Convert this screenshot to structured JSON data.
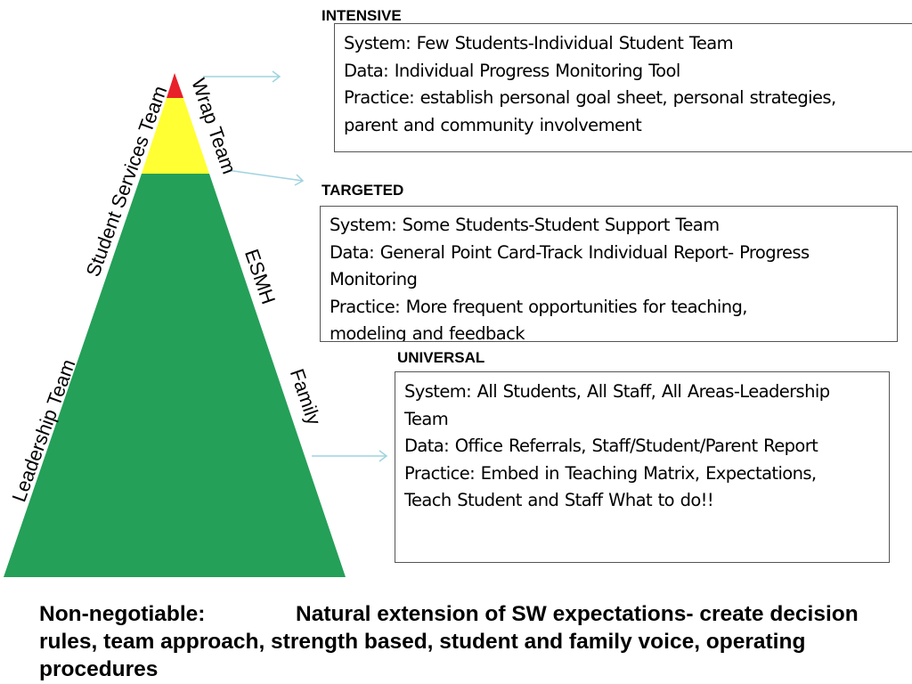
{
  "pyramid": {
    "colors": {
      "top": "#e8202a",
      "middle": "#ffff33",
      "base": "#24a058",
      "arrow": "#9fd3df"
    },
    "side_labels": {
      "student_services_team": "Student Services Team",
      "wrap_team": "Wrap Team",
      "esmh": "ESMH",
      "leadership_team": "Leadership Team",
      "family": "Family"
    }
  },
  "tiers": {
    "intensive": {
      "heading": "INTENSIVE",
      "lines": [
        "System:  Few Students-Individual Student Team",
        "Data: Individual Progress Monitoring Tool",
        "Practice:  establish personal goal sheet, personal strategies,",
        "parent and community involvement"
      ]
    },
    "targeted": {
      "heading": "TARGETED",
      "lines": [
        "System:  Some Students-Student Support Team",
        "Data: General Point Card-Track Individual Report- Progress",
        "Monitoring",
        "Practice:  More frequent opportunities for teaching,",
        "modeling and feedback"
      ]
    },
    "universal": {
      "heading": "UNIVERSAL",
      "lines": [
        "System: All Students, All Staff, All Areas-Leadership",
        "Team",
        "Data: Office Referrals,  Staff/Student/Parent Report",
        "Practice:  Embed in Teaching Matrix, Expectations,",
        "Teach Student and Staff What to do!!"
      ]
    }
  },
  "footer": {
    "label": "Non-negotiable:",
    "text": "Natural extension of SW expectations- create decision rules, team approach, strength based, student and family voice, operating procedures"
  }
}
